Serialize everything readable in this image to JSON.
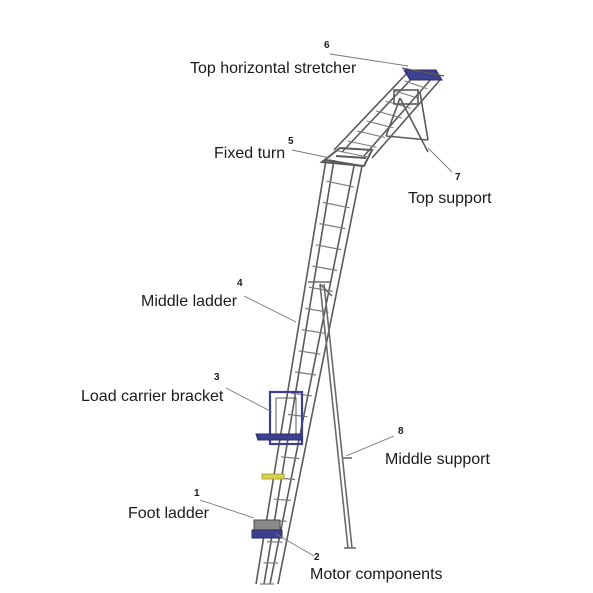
{
  "components": [
    {
      "number": "1",
      "label": "Foot ladder"
    },
    {
      "number": "2",
      "label": "Motor components"
    },
    {
      "number": "3",
      "label": "Load carrier bracket"
    },
    {
      "number": "4",
      "label": "Middle ladder"
    },
    {
      "number": "5",
      "label": "Fixed turn"
    },
    {
      "number": "6",
      "label": "Top horizontal stretcher"
    },
    {
      "number": "7",
      "label": "Top support"
    },
    {
      "number": "8",
      "label": "Middle support"
    }
  ],
  "colors": {
    "frame": "#5a5a5a",
    "frame_light": "#9a9a9a",
    "accent_blue": "#3d3f8f",
    "accent_yellow": "#d9d34a",
    "text": "#1a1a1a"
  }
}
